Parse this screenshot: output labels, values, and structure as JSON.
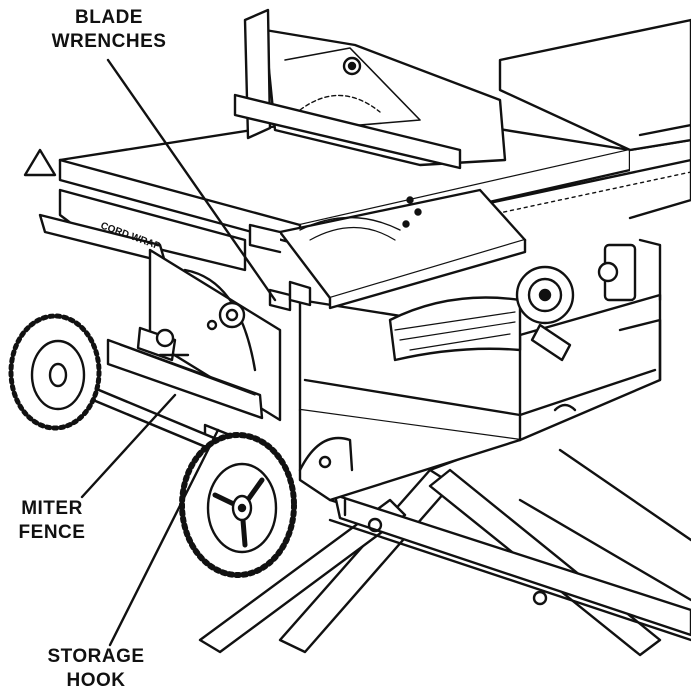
{
  "callouts": {
    "blade_wrenches": {
      "line1": "BLADE",
      "line2": "WRENCHES"
    },
    "miter_fence": {
      "line1": "MITER",
      "line2": "FENCE"
    },
    "storage_hook": {
      "line1": "STORAGE",
      "line2": "HOOK"
    }
  },
  "parts": {
    "cord_wrap_label": "CORD WRAP"
  },
  "colors": {
    "ink": "#111111",
    "paper": "#ffffff",
    "shade": "#e6e6e6"
  }
}
